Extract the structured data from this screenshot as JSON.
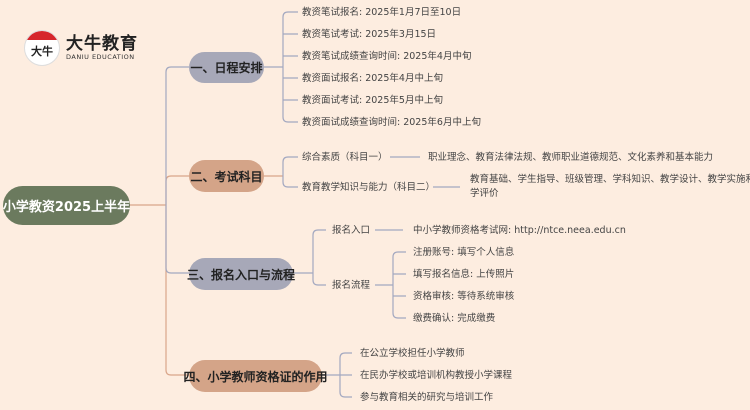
{
  "logo": {
    "mark": "大牛",
    "name": "大牛教育",
    "sub": "DANIU EDUCATION"
  },
  "root": "小学教资2025上半年",
  "branches": [
    {
      "label": "一、日程安排",
      "children": [
        "教资笔试报名: 2025年1月7日至10日",
        "教资笔试考试: 2025年3月15日",
        "教资笔试成绩查询时间: 2025年4月中旬",
        "教资面试报名: 2025年4月中上旬",
        "教资面试考试: 2025年5月中上旬",
        "教资面试成绩查询时间: 2025年6月中上旬"
      ]
    },
    {
      "label": "二、考试科目",
      "children": [
        {
          "label": "综合素质（科目一）",
          "detail": "职业理念、教育法律法规、教师职业道德规范、文化素养和基本能力"
        },
        {
          "label": "教育教学知识与能力（科目二）",
          "detail_line1": "教育基础、学生指导、班级管理、学科知识、教学设计、教学实施和教",
          "detail_line2": "学评价"
        }
      ]
    },
    {
      "label": "三、报名入口与流程",
      "children": [
        {
          "label": "报名入口",
          "detail": "中小学教师资格考试网: http://ntce.neea.edu.cn"
        },
        {
          "label": "报名流程",
          "steps": [
            "注册账号: 填写个人信息",
            "填写报名信息: 上传照片",
            "资格审核: 等待系统审核",
            "缴费确认: 完成缴费"
          ]
        }
      ]
    },
    {
      "label": "四、小学教师资格证的作用",
      "children": [
        "在公立学校担任小学教师",
        "在民办学校或培训机构教授小学课程",
        "参与教育相关的研究与培训工作"
      ]
    }
  ],
  "colors": {
    "background": "#fdede0",
    "root": "#6b7a5e",
    "grey": "#a7a8b8",
    "tan": "#d4a488",
    "line_grey": "#a3a8c0",
    "line_tan": "#d9a58a"
  }
}
